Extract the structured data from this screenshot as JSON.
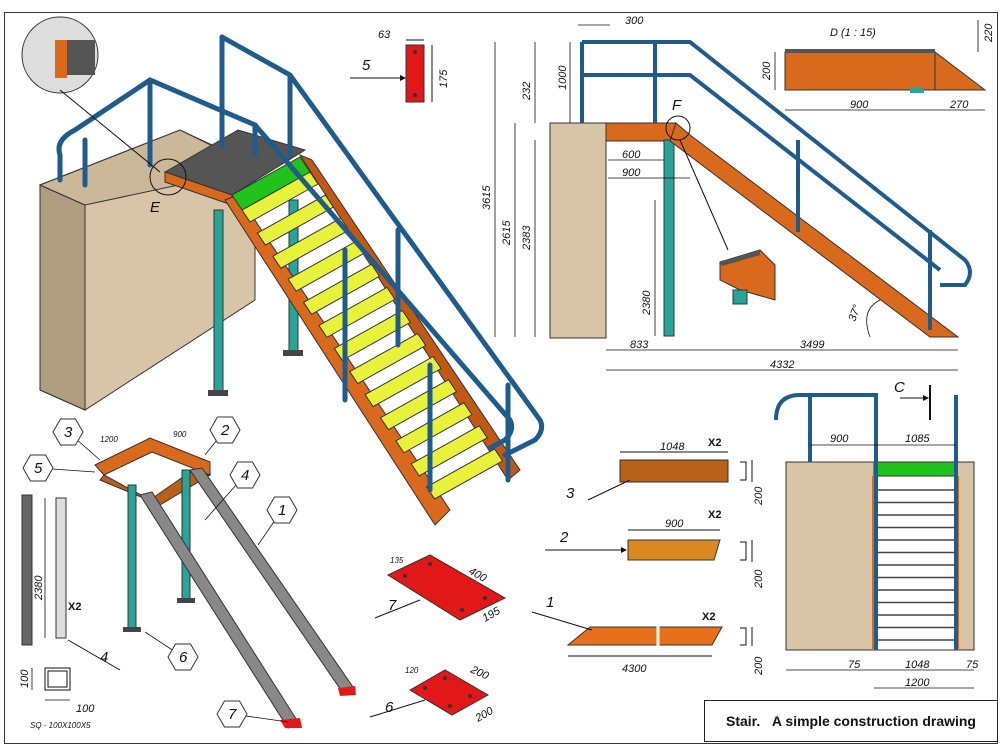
{
  "title": {
    "main": "Stair.",
    "sub": "A simple construction drawing"
  },
  "detail_labels": {
    "e": "E",
    "f": "F",
    "c": "C",
    "d_scale": "D (1 : 15)"
  },
  "side_dims": {
    "d300": "300",
    "d1000": "1000",
    "d232": "232",
    "d3615": "3615",
    "d2615": "2615",
    "d2383": "2383",
    "d600": "600",
    "d900": "900",
    "d2380": "2380",
    "d833": "833",
    "d3499": "3499",
    "d4332": "4332",
    "angle": "37°"
  },
  "detail_d": {
    "d200": "200",
    "d220": "220",
    "d900": "900",
    "d270": "270"
  },
  "part5": {
    "label": "5",
    "w": "63",
    "h": "175"
  },
  "front_dims": {
    "d900": "900",
    "d1085": "1085",
    "d75a": "75",
    "d1048": "1048",
    "d75b": "75",
    "d1200": "1200"
  },
  "parts": {
    "p3": {
      "label": "3",
      "len": "1048",
      "qty": "X2",
      "h": "200"
    },
    "p2": {
      "label": "2",
      "len": "900",
      "qty": "X2",
      "h": "200"
    },
    "p1": {
      "label": "1",
      "len": "4300",
      "qty": "X2",
      "h": "200"
    },
    "p7": {
      "label": "7",
      "a": "135",
      "b": "400",
      "c": "195"
    },
    "p6": {
      "label": "6",
      "a": "120",
      "b": "200",
      "c": "200"
    }
  },
  "frame_labels": {
    "l1": "1",
    "l2": "2",
    "l3": "3",
    "l4": "4",
    "l5": "5",
    "l6": "6",
    "l7": "7",
    "w1200": "1200",
    "w900": "900"
  },
  "post": {
    "len": "2380",
    "qty": "X2",
    "label": "4",
    "s100a": "100",
    "s100b": "100",
    "section": "SQ - 100X100X5"
  },
  "colors": {
    "rail": "#1f5c8b",
    "stringer": "#d9691d",
    "tread": "#e9f23a",
    "green": "#22c21d",
    "wall": "#d8c5a8",
    "wall_side": "#a8957a",
    "post": "#27a59b",
    "plate": "#e21818",
    "platform": "#555555"
  }
}
